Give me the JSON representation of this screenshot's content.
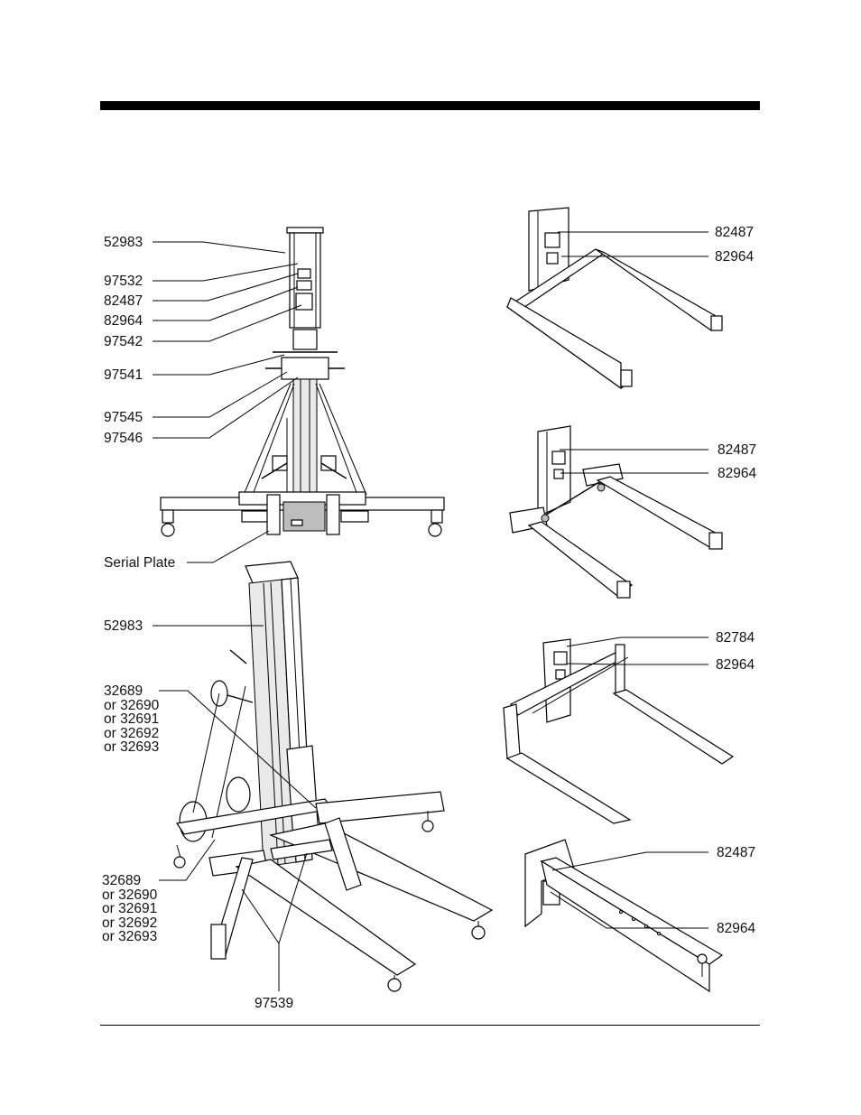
{
  "labels": {
    "upper_lift": [
      "52983",
      "97532",
      "82487",
      "82964",
      "97542",
      "97541",
      "97545",
      "97546",
      "Serial Plate"
    ],
    "lower_lift": {
      "mast": "52983",
      "upper_option": [
        "32689",
        "or 32690",
        "or 32691",
        "or 32692",
        "or 32693"
      ],
      "lower_option": [
        "32689",
        "or 32690",
        "or 32691",
        "or 32692",
        "or 32693"
      ],
      "base": "97539"
    },
    "attachment_1": [
      "82487",
      "82964"
    ],
    "attachment_2": [
      "82487",
      "82964"
    ],
    "attachment_3": [
      "82784",
      "82964"
    ],
    "attachment_4": [
      "82487",
      "82964"
    ]
  }
}
